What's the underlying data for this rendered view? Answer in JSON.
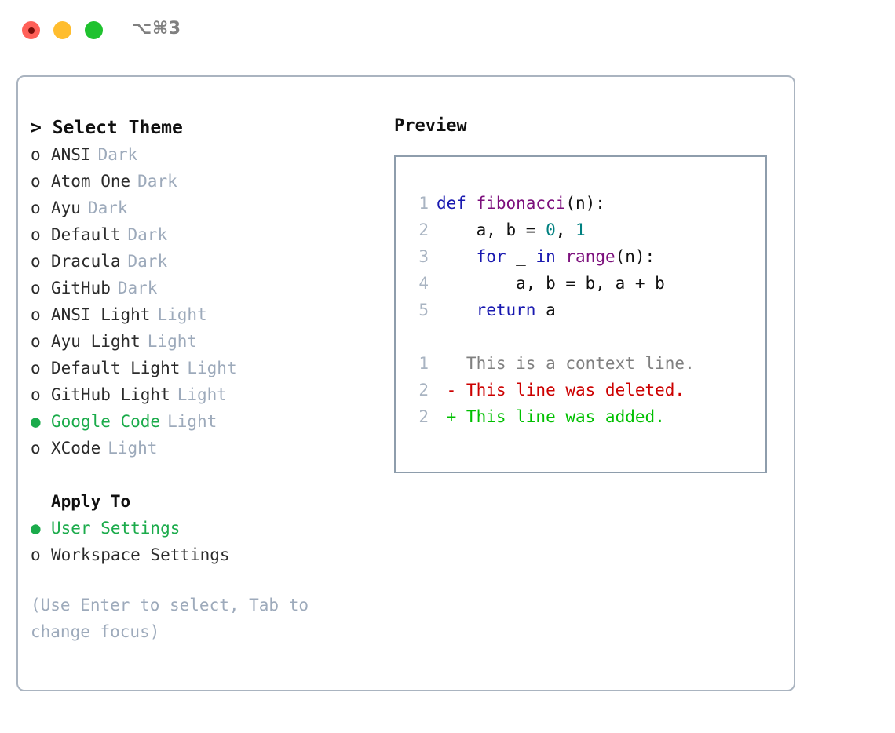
{
  "window": {
    "title": "⌥⌘3",
    "traffic_lights": [
      "close",
      "minimize",
      "zoom"
    ],
    "colors": {
      "close": "#ff6058",
      "minimize": "#ffbd2e",
      "zoom": "#1fc22f",
      "panel_border": "#aab4c0",
      "preview_border": "#8e9dac",
      "accent_selected": "#1bab4b",
      "tag_muted": "#9daabb",
      "diff_deleted": "#cc0000",
      "diff_added": "#00c000",
      "keyword": "#1919b0",
      "function": "#7c0f7c",
      "number": "#008080"
    }
  },
  "theme_panel": {
    "header": "> Select Theme",
    "marker_unselected": "o",
    "marker_selected": "●",
    "items": [
      {
        "label": "ANSI",
        "tag": "Dark",
        "selected": false
      },
      {
        "label": "Atom One",
        "tag": "Dark",
        "selected": false
      },
      {
        "label": "Ayu",
        "tag": "Dark",
        "selected": false
      },
      {
        "label": "Default",
        "tag": "Dark",
        "selected": false
      },
      {
        "label": "Dracula",
        "tag": "Dark",
        "selected": false
      },
      {
        "label": "GitHub",
        "tag": "Dark",
        "selected": false
      },
      {
        "label": "ANSI Light",
        "tag": "Light",
        "selected": false
      },
      {
        "label": "Ayu Light",
        "tag": "Light",
        "selected": false
      },
      {
        "label": "Default Light",
        "tag": "Light",
        "selected": false
      },
      {
        "label": "GitHub Light",
        "tag": "Light",
        "selected": false
      },
      {
        "label": "Google Code",
        "tag": "Light",
        "selected": true
      },
      {
        "label": "XCode",
        "tag": "Light",
        "selected": false
      }
    ]
  },
  "apply_to": {
    "header": "Apply To",
    "items": [
      {
        "label": "User Settings",
        "selected": true
      },
      {
        "label": "Workspace Settings",
        "selected": false
      }
    ]
  },
  "hint": "(Use Enter to select, Tab to change focus)",
  "preview": {
    "title": "Preview",
    "code_lines": [
      {
        "num": "1",
        "tokens": [
          {
            "text": "def ",
            "type": "kw"
          },
          {
            "text": "fibonacci",
            "type": "fn"
          },
          {
            "text": "(n):",
            "type": "plain"
          }
        ]
      },
      {
        "num": "2",
        "tokens": [
          {
            "text": "    a, b = ",
            "type": "plain"
          },
          {
            "text": "0",
            "type": "num"
          },
          {
            "text": ", ",
            "type": "plain"
          },
          {
            "text": "1",
            "type": "num"
          }
        ]
      },
      {
        "num": "3",
        "tokens": [
          {
            "text": "    ",
            "type": "plain"
          },
          {
            "text": "for",
            "type": "kw"
          },
          {
            "text": " _ ",
            "type": "plain"
          },
          {
            "text": "in",
            "type": "kw"
          },
          {
            "text": " ",
            "type": "plain"
          },
          {
            "text": "range",
            "type": "fn"
          },
          {
            "text": "(n):",
            "type": "plain"
          }
        ]
      },
      {
        "num": "4",
        "tokens": [
          {
            "text": "        a, b = b, a + b",
            "type": "plain"
          }
        ]
      },
      {
        "num": "5",
        "tokens": [
          {
            "text": "    ",
            "type": "plain"
          },
          {
            "text": "return",
            "type": "kw"
          },
          {
            "text": " a",
            "type": "plain"
          }
        ]
      }
    ],
    "diff_lines": [
      {
        "num": "1",
        "sign": " ",
        "text": " This is a context line.",
        "kind": "ctx"
      },
      {
        "num": "2",
        "sign": "-",
        "text": " This line was deleted.",
        "kind": "del"
      },
      {
        "num": "2",
        "sign": "+",
        "text": " This line was added.",
        "kind": "add"
      }
    ]
  }
}
